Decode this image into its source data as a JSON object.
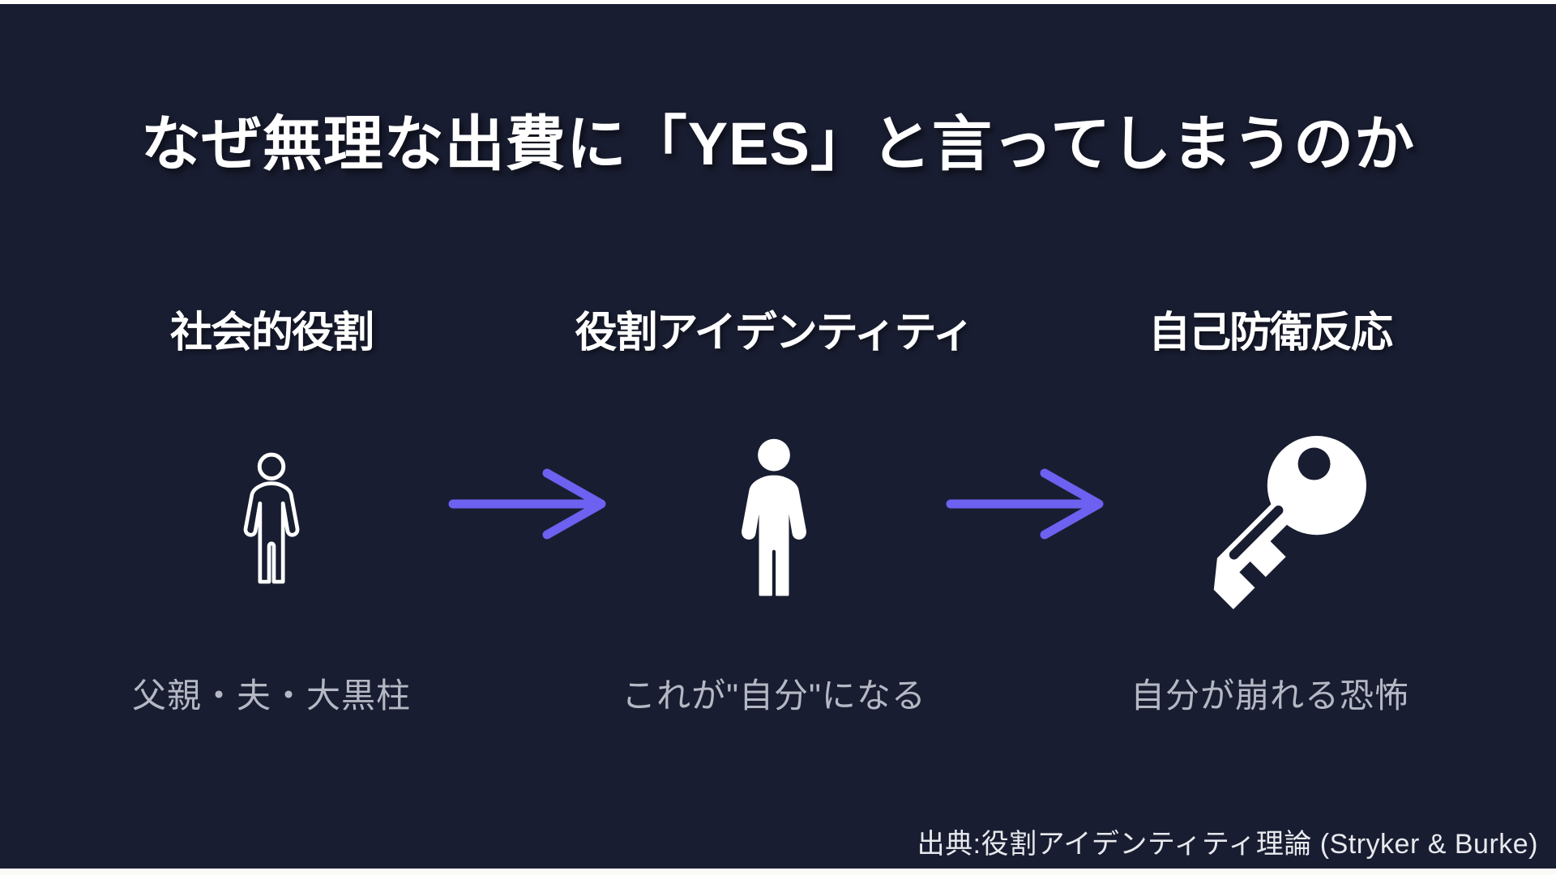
{
  "theme": {
    "background": "#191d31",
    "accent": "#6c61f0",
    "caption_color": "#b5b8c4",
    "text_color": "#ffffff"
  },
  "title": "なぜ無理な出費に「YES」と言ってしまうのか",
  "columns": [
    {
      "heading": "社会的役割",
      "icon": "person-outline-icon",
      "caption": "父親・夫・大黒柱"
    },
    {
      "heading": "役割アイデンティティ",
      "icon": "person-filled-icon",
      "caption": "これが\"自分\"になる"
    },
    {
      "heading": "自己防衛反応",
      "icon": "key-icon",
      "caption": "自分が崩れる恐怖"
    }
  ],
  "arrows": [
    {
      "icon": "arrow-right-icon"
    },
    {
      "icon": "arrow-right-icon"
    }
  ],
  "source": "出典:役割アイデンティティ理論 (Stryker & Burke)"
}
